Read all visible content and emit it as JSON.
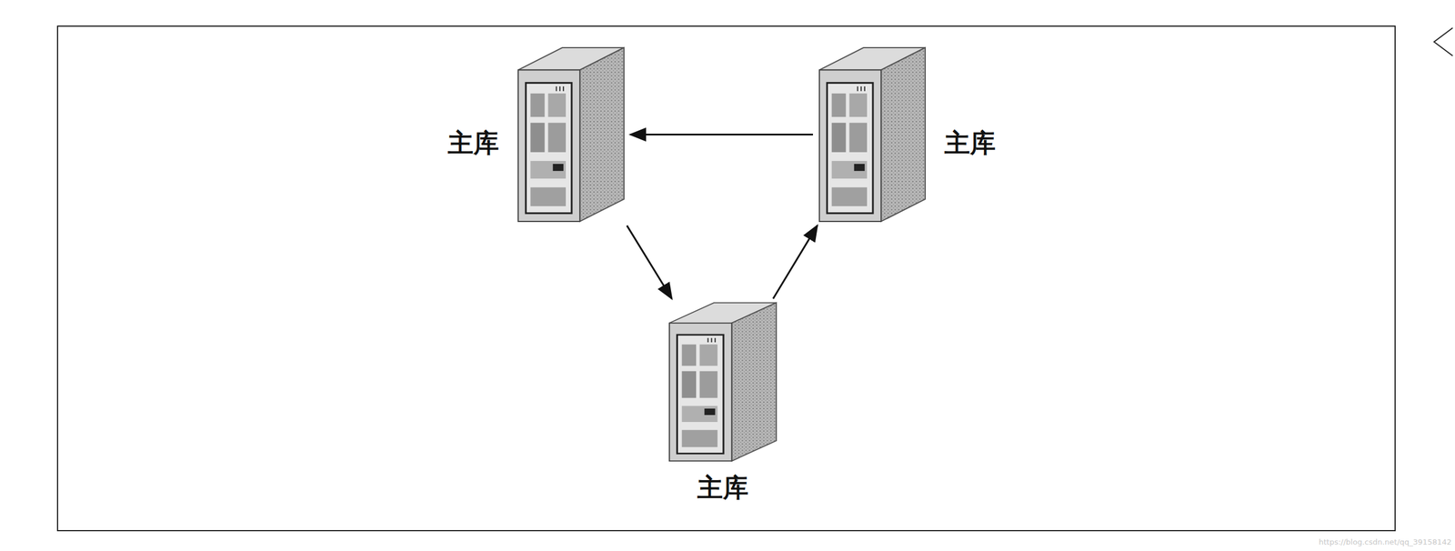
{
  "diagram": {
    "nodes": [
      {
        "text": [
          "主库"
        ]
      },
      {
        "text": [
          "主库"
        ]
      },
      {
        "text": [
          "主库"
        ]
      }
    ],
    "edges": [
      {
        "from": 0,
        "to": 2,
        "arrow": "to"
      },
      {
        "from": 2,
        "to": 1,
        "arrow": "to"
      },
      {
        "from": 1,
        "to": 0,
        "arrow": "to"
      }
    ],
    "labels": [
      "https://blog.csdn.net/qq_39158142"
    ]
  }
}
